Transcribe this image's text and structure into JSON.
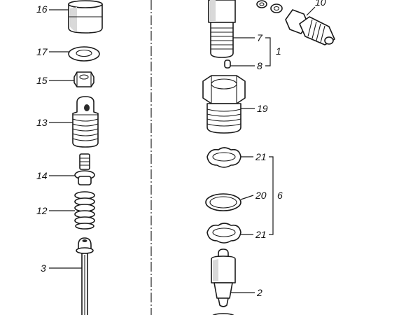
{
  "diagram": {
    "labels": {
      "l16": "16",
      "l17": "17",
      "l15": "15",
      "l13": "13",
      "l14": "14",
      "l12": "12",
      "l3": "3",
      "l10": "10",
      "l7": "7",
      "l1": "1",
      "l8": "8",
      "l19": "19",
      "l21a": "21",
      "l20": "20",
      "l6": "6",
      "l21b": "21",
      "l2": "2"
    }
  }
}
